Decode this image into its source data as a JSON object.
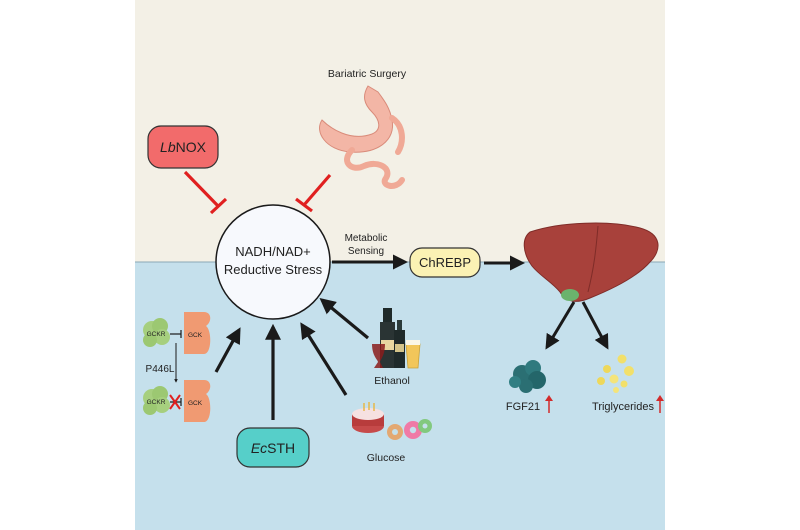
{
  "nodes": {
    "center": {
      "line1": "NADH/NAD+",
      "line2": "Reductive Stress"
    },
    "lbnox": {
      "italic": "Lb",
      "rest": "NOX"
    },
    "ecsth": {
      "italic": "Ec",
      "rest": "STH"
    },
    "chrebp": "ChREBP"
  },
  "labels": {
    "bariatric": "Bariatric Surgery",
    "metabolic_1": "Metabolic",
    "metabolic_2": "Sensing",
    "ethanol": "Ethanol",
    "glucose": "Glucose",
    "fgf21": "FGF21",
    "triglycerides": "Triglycerides",
    "gckr": "GCKR",
    "gck": "GCK",
    "p446l": "P446L"
  },
  "colors": {
    "top_bg": "#f3f0e6",
    "bottom_bg": "#c5e0ec",
    "inhibit": "#e02020",
    "arrow": "#1a1a1a",
    "lbnox_fill": "#f26b6b",
    "ecsth_fill": "#56cfc9",
    "chrebp_fill": "#fbf2b4",
    "liver": "#a8413b",
    "gckr_fill": "#a6cf7e",
    "gck_fill": "#f09a72",
    "fgf21_fill": "#2b6f73",
    "trig_fill": "#f2e06a",
    "up_arrow": "#d22b2b"
  }
}
